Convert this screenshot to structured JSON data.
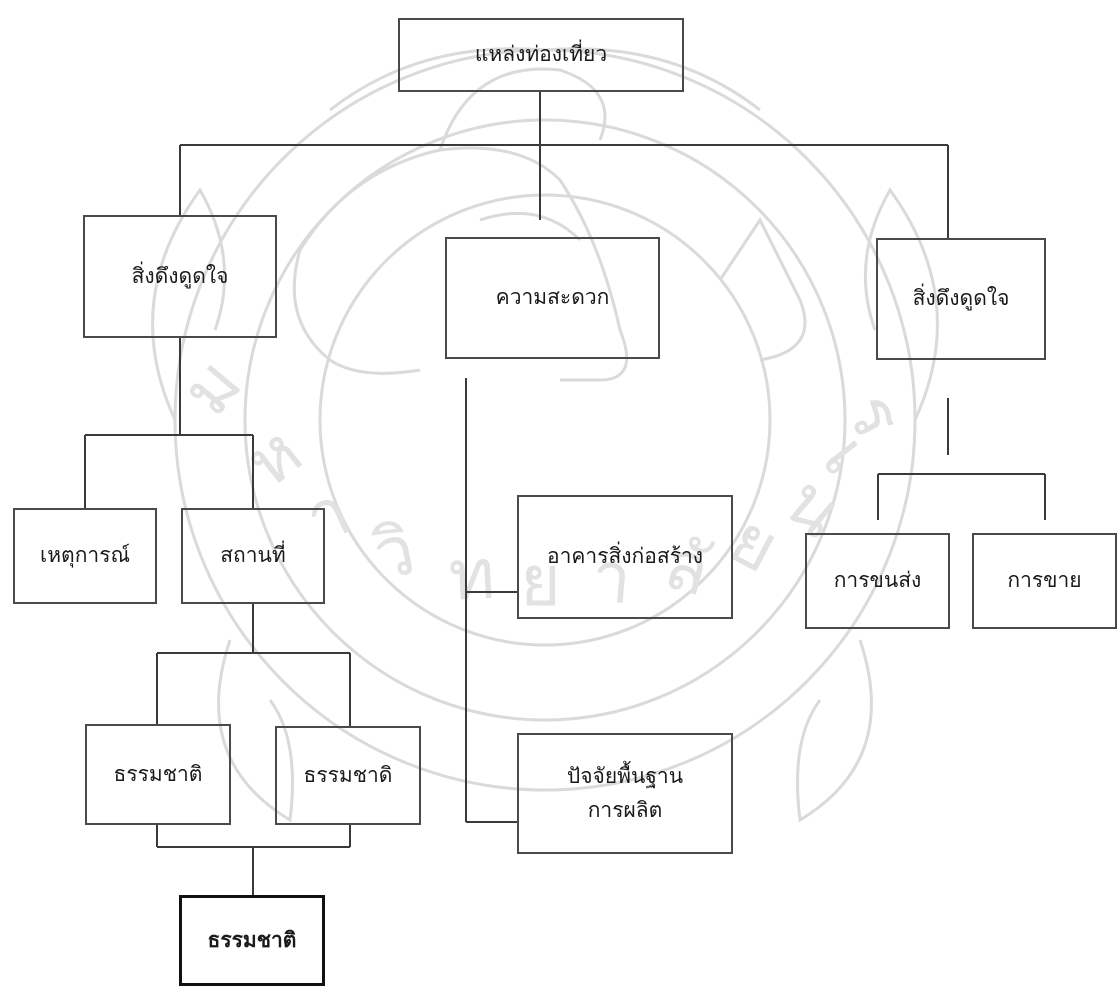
{
  "diagram": {
    "root": {
      "label": "แหล่งท่องเที่ยว"
    },
    "left_branch": {
      "label": "สิ่งดึงดูดใจ",
      "children": {
        "event": "เหตุการณ์",
        "place": "สถานที่"
      },
      "place_children": {
        "nature_a": "ธรรมชาติ",
        "nature_b": "ธรรมชาดิ"
      },
      "result": "ธรรมชาติ"
    },
    "middle_branch": {
      "label": "ความสะดวก",
      "children": {
        "building": "อาคารสิ่งก่อสร้าง",
        "infra_line1": "ปัจจัยพื้นฐาน",
        "infra_line2": "การผลิต"
      }
    },
    "right_branch": {
      "label": "สิ่งดึงดูดใจ",
      "children": {
        "transport": "การขนส่ง",
        "sales": "การขาย"
      }
    },
    "colors": {
      "line": "#3a3a3a",
      "box_border": "#4a4a4a",
      "watermark": "#d6d6d6"
    }
  }
}
